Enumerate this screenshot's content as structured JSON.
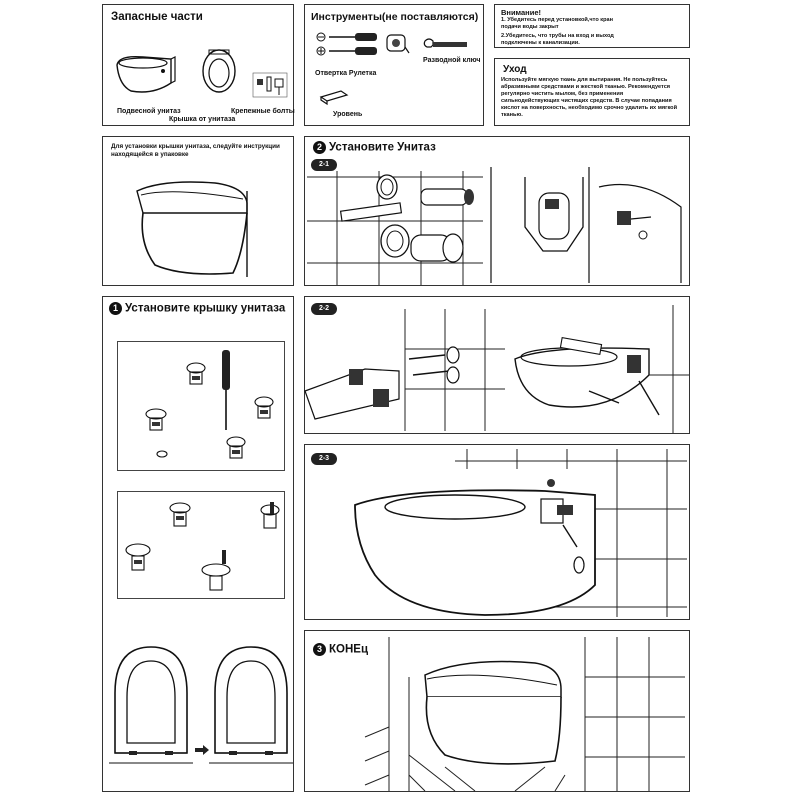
{
  "spare_parts": {
    "title": "Запасные части",
    "label_toilet": "Подвесной унитаз",
    "label_lid": "Крышка от унитаза",
    "label_bolts": "Крепежные болты"
  },
  "tools": {
    "title": "Инструменты(не поставляются)",
    "label_screwdriver_tape": "Отвертка Рулетка",
    "label_wrench": "Разводной ключ",
    "label_level": "Уровень"
  },
  "attention": {
    "title": "Внимание!",
    "lines": [
      "1. Убедитесь перед установкой,что кран подачи воды закрыт",
      "2.Убедитесь, что трубы на вход и выход подключены к канализации."
    ]
  },
  "care": {
    "title": "Уход",
    "text": "Используйте мягкую ткань для вытирания. Не пользуйтесь абразивными средствами и жесткой тканью. Рекомендуется регулярно чистить мылом, без применения сильнодействующих чистящих средств. В случае попадания кислот на поверхность, необходимо срочно удалить их мягкой тканью."
  },
  "lid_note": {
    "text": "Для установки крышки унитаза, следуйте инструкции находящейся в упаковке"
  },
  "step2": {
    "number": "2",
    "title": "Установите Унитаз",
    "sub1": "2-1",
    "sub2": "2-2",
    "sub3": "2-3"
  },
  "step1": {
    "number": "1",
    "title": "Установите крышку унитаза"
  },
  "step3": {
    "number": "3",
    "title": "КОНЕц"
  }
}
